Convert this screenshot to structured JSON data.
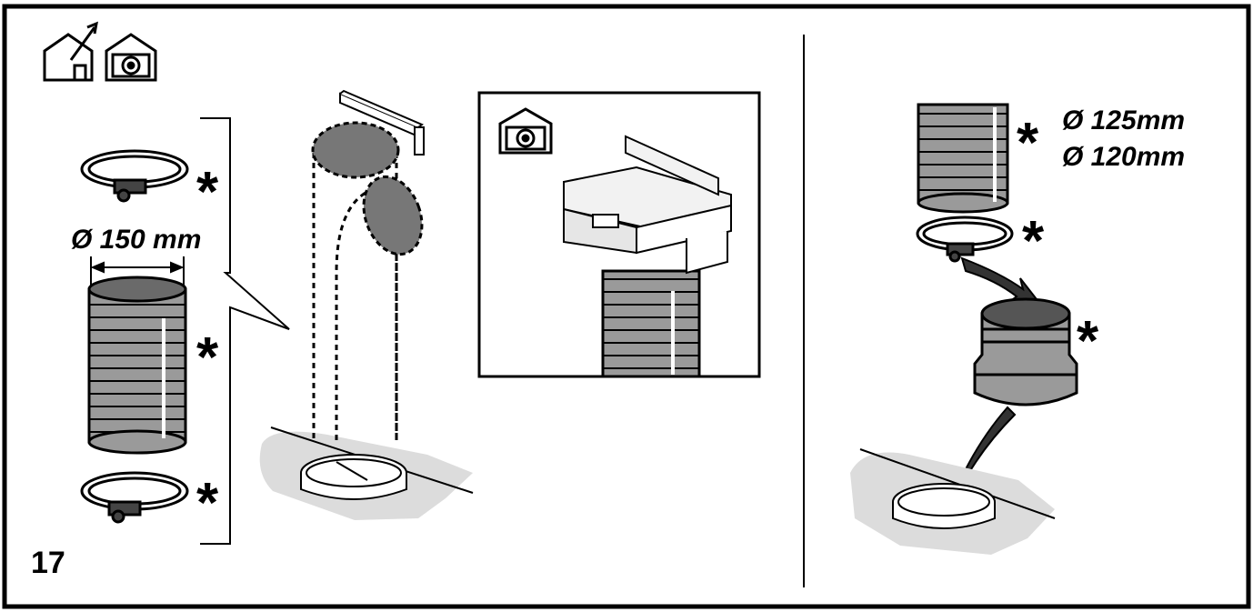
{
  "step_number": "17",
  "diameter_large": "Ø 150 mm",
  "diameter_small_1": "Ø 125mm",
  "diameter_small_2": "Ø 120mm",
  "optional_mark": "*",
  "icons": [
    "ducted-mode-icon",
    "recirculation-mode-icon"
  ],
  "colors": {
    "line": "#000000",
    "duct_fill": "#9a9a9a",
    "dark_fill": "#555555",
    "ceiling": "#dcdcdc"
  }
}
